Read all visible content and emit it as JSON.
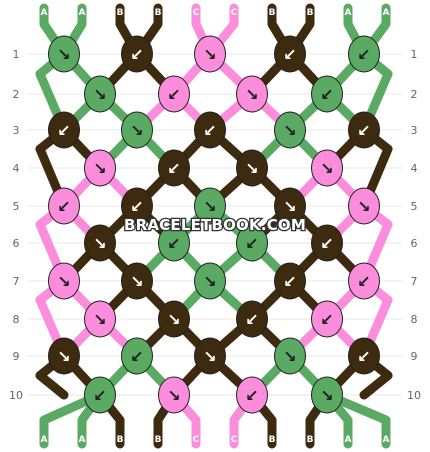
{
  "pattern": {
    "watermark": "BRACELETBOOK.COM",
    "top_labels": [
      "A",
      "A",
      "B",
      "B",
      "C",
      "C",
      "B",
      "B",
      "A",
      "A"
    ],
    "bottom_labels": [
      "A",
      "A",
      "B",
      "B",
      "C",
      "C",
      "B",
      "B",
      "A",
      "A"
    ],
    "row_numbers": [
      "1",
      "2",
      "3",
      "4",
      "5",
      "6",
      "7",
      "8",
      "9",
      "10"
    ],
    "colors": {
      "A": "#5aaa64",
      "B": "#3d2a0f",
      "C": "#fb8ddc"
    },
    "knot_arrows": {
      "r": "↘",
      "l": "↙"
    },
    "knots": [
      [
        "Ar",
        "Bl",
        "Cr",
        "Bl",
        "Al"
      ],
      [
        "Ar",
        "Cl",
        "Cr",
        "Al"
      ],
      [
        "Bl",
        "Ar",
        "Bl",
        "Ar",
        "Bl"
      ],
      [
        "Cr",
        "Bl",
        "Br",
        "Cr"
      ],
      [
        "Cl",
        "Bl",
        "Ar",
        "Br",
        "Cr"
      ],
      [
        "Br",
        "Al",
        "Al",
        "Bl"
      ],
      [
        "Cr",
        "Br",
        "Ar",
        "Bl",
        "Cl"
      ],
      [
        "Cr",
        "Br",
        "Bl",
        "Cl"
      ],
      [
        "Br",
        "Al",
        "Br",
        "Ar",
        "Bl"
      ],
      [
        "Al",
        "Cr",
        "Cl",
        "Ar"
      ]
    ]
  }
}
